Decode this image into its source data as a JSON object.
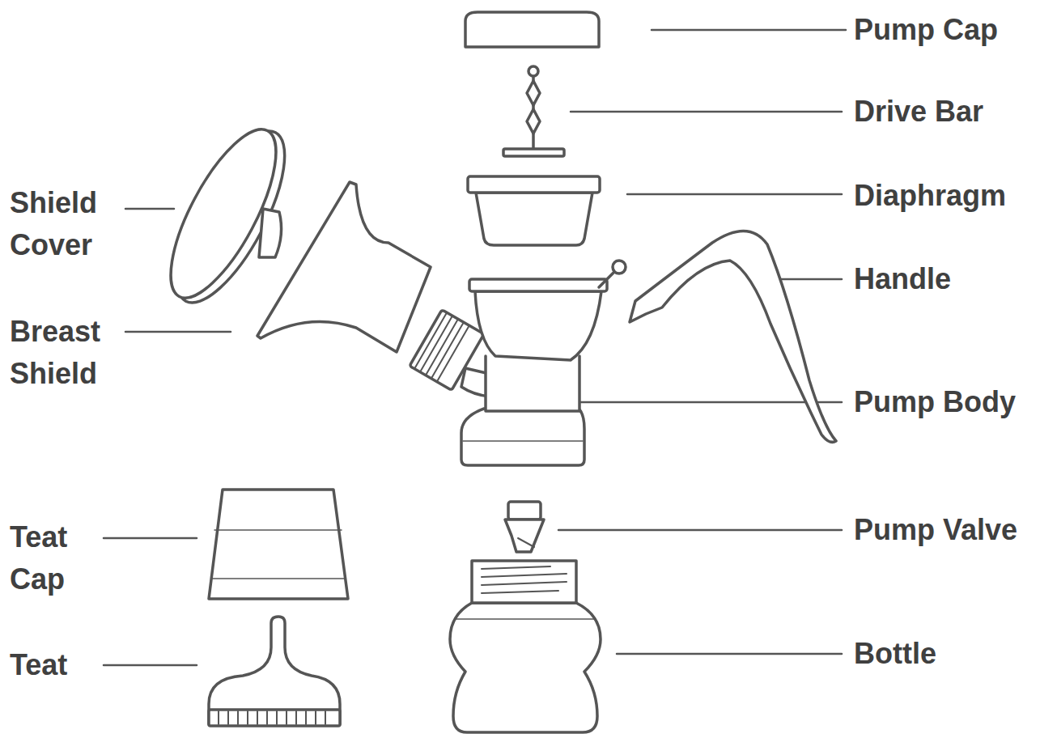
{
  "diagram": {
    "labels": [
      "Pump Cap",
      "Drive Bar",
      "Shield Cover",
      "Diaphragm",
      "Handle",
      "Breast Shield",
      "Pump Body",
      "Teat Cap",
      "Pump Valve",
      "Teat",
      "Bottle"
    ]
  }
}
